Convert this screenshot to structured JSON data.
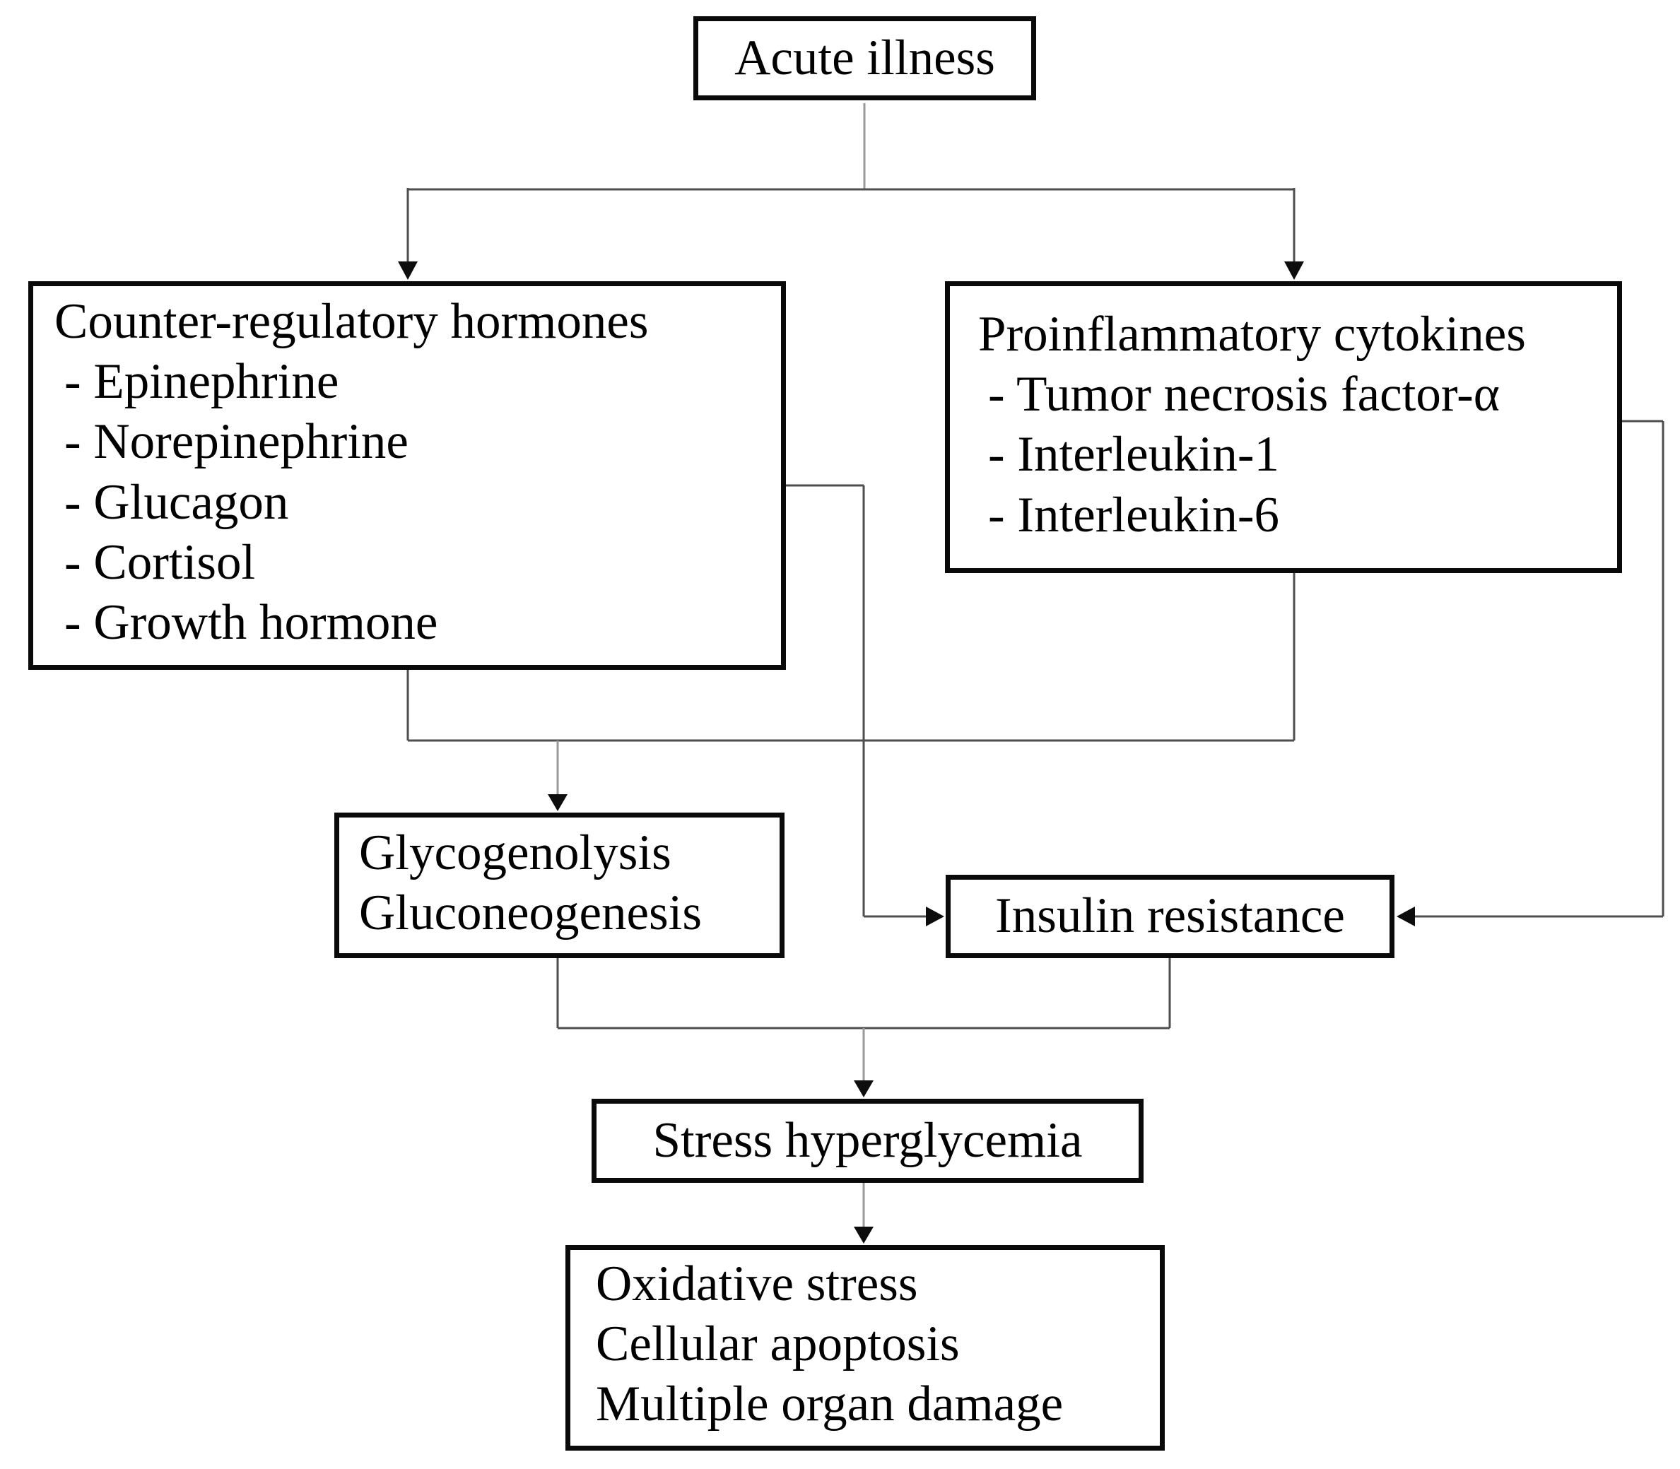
{
  "nodes": {
    "acute_illness": {
      "label": "Acute illness"
    },
    "counter_regulatory": {
      "title": "Counter-regulatory hormones",
      "items": [
        "- Epinephrine",
        "- Norepinephrine",
        "- Glucagon",
        "- Cortisol",
        "- Growth hormone"
      ]
    },
    "proinflammatory": {
      "title": "Proinflammatory cytokines",
      "items": [
        "- Tumor necrosis factor-α",
        "- Interleukin-1",
        "- Interleukin-6"
      ]
    },
    "glycogenolysis": {
      "lines": [
        "Glycogenolysis",
        "Gluconeogenesis"
      ]
    },
    "insulin_resistance": {
      "label": "Insulin resistance"
    },
    "stress_hyperglycemia": {
      "label": "Stress hyperglycemia"
    },
    "outcomes": {
      "lines": [
        "Oxidative stress",
        "Cellular apoptosis",
        "Multiple organ damage"
      ]
    }
  },
  "edges": [
    {
      "from": "acute_illness",
      "to": "counter_regulatory"
    },
    {
      "from": "acute_illness",
      "to": "proinflammatory"
    },
    {
      "from": "counter_regulatory",
      "to": "glycogenolysis"
    },
    {
      "from": "proinflammatory",
      "to": "glycogenolysis"
    },
    {
      "from": "counter_regulatory",
      "to": "insulin_resistance"
    },
    {
      "from": "proinflammatory",
      "to": "insulin_resistance"
    },
    {
      "from": "glycogenolysis",
      "to": "stress_hyperglycemia"
    },
    {
      "from": "insulin_resistance",
      "to": "stress_hyperglycemia"
    },
    {
      "from": "stress_hyperglycemia",
      "to": "outcomes"
    }
  ],
  "colors": {
    "bg": "#ffffff",
    "text": "#000000",
    "box_border": "#0a0a0a",
    "line": "#4e4e4e",
    "line_light": "#9a9a9a",
    "arrow": "#0d0d0d"
  }
}
